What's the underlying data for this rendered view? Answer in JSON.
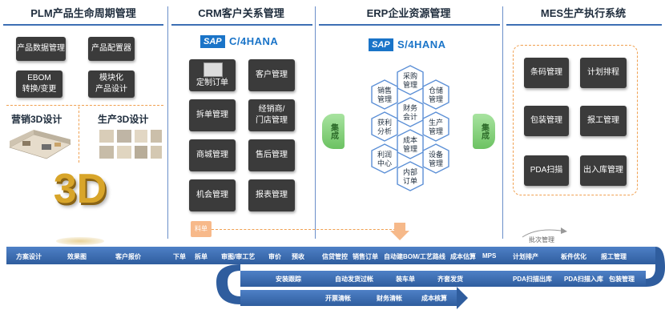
{
  "columns": {
    "plm": "PLM产品生命周期管理",
    "crm": "CRM客户关系管理",
    "erp": "ERP企业资源管理",
    "mes": "MES生产执行系统"
  },
  "plm": {
    "boxes": [
      "产品数据管理",
      "产品配置器",
      "EBOM\n转换/变更",
      "模块化\n产品设计"
    ],
    "marketing_3d": "营销3D设计",
    "production_3d": "生产3D设计",
    "badge_3d": "3D"
  },
  "crm": {
    "logo": "SAP",
    "product": "C/4HANA",
    "boxes": [
      "定制订单",
      "客户管理",
      "拆单管理",
      "经销商/\n门店管理",
      "商城管理",
      "售后管理",
      "机会管理",
      "报表管理"
    ],
    "flow_tag": "料单"
  },
  "erp": {
    "logo": "SAP",
    "product": "S/4HANA",
    "hexes": [
      "采购\n管理",
      "销售\n管理",
      "仓储\n管理",
      "财务\n会计",
      "获利\n分析",
      "生产\n管理",
      "成本\n管理",
      "利润\n中心",
      "设备\n管理",
      "内部\n订单"
    ],
    "integration_left": "集成",
    "integration_right": "集成"
  },
  "mes": {
    "boxes": [
      "条码管理",
      "计划排程",
      "包装管理",
      "报工管理",
      "PDA扫描",
      "出入库管理"
    ],
    "batch_tag": "批次管理"
  },
  "band": {
    "row1": [
      "方案设计",
      "效果图",
      "客户报价",
      "下单",
      "拆单",
      "审图/审工艺",
      "审价",
      "预收",
      "信贷管控",
      "销售订单",
      "自动建BOM/工艺路线",
      "成本估算",
      "MPS",
      "计划排产",
      "板件优化",
      "报工管理"
    ],
    "row2": [
      "安装跟踪",
      "自动发货过帐",
      "装车单",
      "齐套发货",
      "PDA扫描出库",
      "PDA扫描入库",
      "包装管理"
    ],
    "row3": [
      "开票清帐",
      "财务清帐",
      "成本核算"
    ]
  },
  "colors": {
    "box_dark": "#3b3b3b",
    "band_blue": "#3d6fb4",
    "accent_orange": "#f0a050",
    "sap_blue": "#1a74c8",
    "green": "#6cc262"
  }
}
